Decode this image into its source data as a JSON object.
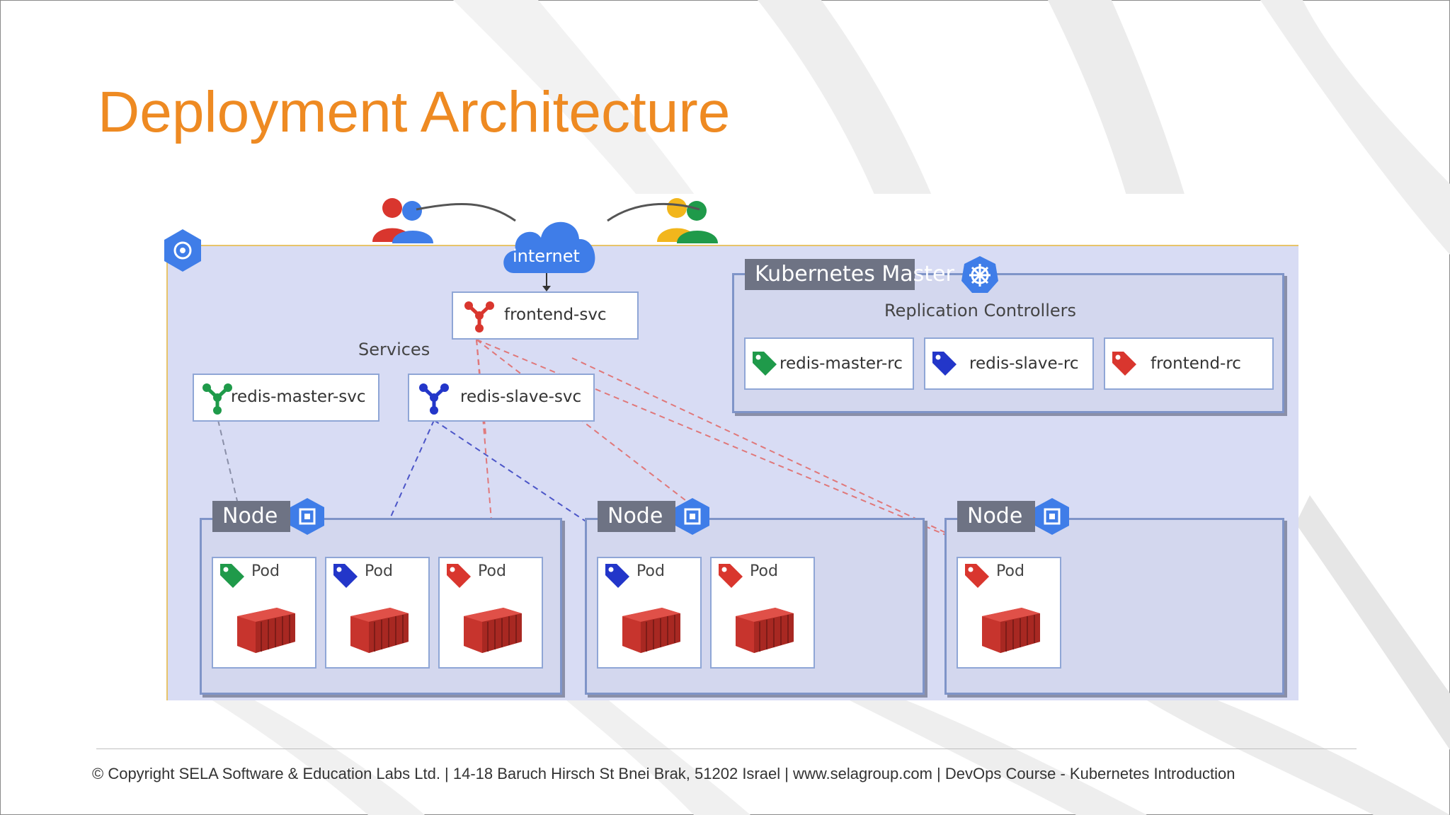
{
  "slide": {
    "title": "Deployment Architecture",
    "footer": "© Copyright SELA Software & Education Labs Ltd.  |  14-18 Baruch Hirsch St Bnei Brak, 51202 Israel  |  www.selagroup.com  |  DevOps Course -  Kubernetes Introduction"
  },
  "diagram": {
    "internet_label": "internet",
    "services_label": "Services",
    "services": [
      {
        "name": "frontend-svc",
        "color": "#d9362e"
      },
      {
        "name": "redis-master-svc",
        "color": "#1f9a4a"
      },
      {
        "name": "redis-slave-svc",
        "color": "#2336c9"
      }
    ],
    "master": {
      "title": "Kubernetes Master",
      "subtitle": "Replication  Controllers",
      "controllers": [
        {
          "name": "redis-master-rc",
          "color": "#1f9a4a"
        },
        {
          "name": "redis-slave-rc",
          "color": "#2336c9"
        },
        {
          "name": "frontend-rc",
          "color": "#d9362e"
        }
      ]
    },
    "node_label": "Node",
    "pod_label": "Pod",
    "nodes": [
      {
        "pods": [
          "#1f9a4a",
          "#2336c9",
          "#d9362e"
        ]
      },
      {
        "pods": [
          "#2336c9",
          "#d9362e"
        ]
      },
      {
        "pods": [
          "#d9362e"
        ]
      }
    ]
  }
}
